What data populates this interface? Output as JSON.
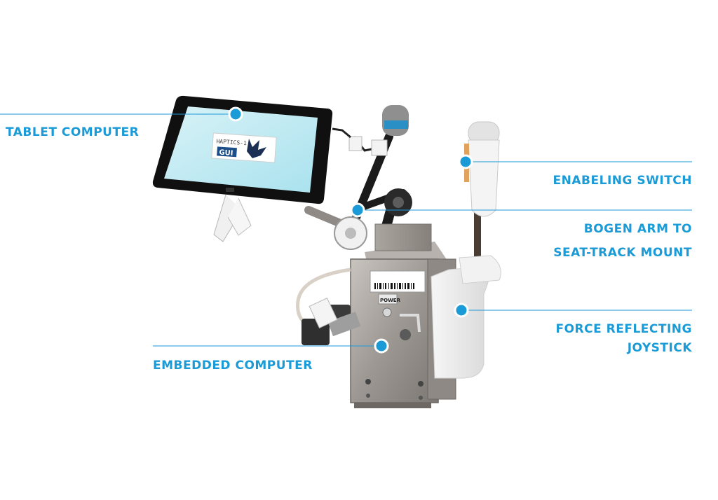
{
  "colors": {
    "accent": "#1a9ad6",
    "background": "#ffffff"
  },
  "labels": {
    "tablet_computer": "TABLET COMPUTER",
    "embedded_computer": "EMBEDDED COMPUTER",
    "enabling_switch": "ENABELING SWITCH",
    "bogen_arm_line1": "BOGEN ARM TO",
    "bogen_arm_line2": "SEAT-TRACK MOUNT",
    "force_joystick_line1": "FORCE REFLECTING",
    "force_joystick_line2": "JOYSTICK"
  },
  "tablet_screen": {
    "app_title": "HAPTICS-1",
    "app_badge": "GUI"
  },
  "device_labels": {
    "power": "POWER"
  }
}
